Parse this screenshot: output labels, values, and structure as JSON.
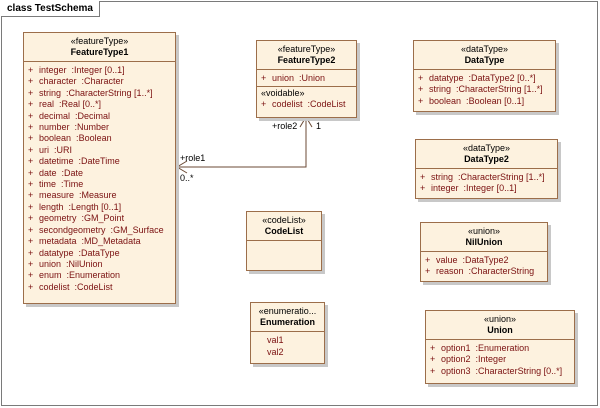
{
  "diagram_title": "class TestSchema",
  "visibility_symbol": "+",
  "classes": {
    "feature1": {
      "stereotype": "«featureType»",
      "name": "FeatureType1",
      "attributes": [
        {
          "name": "integer",
          "type": "Integer [0..1]"
        },
        {
          "name": "character",
          "type": "Character"
        },
        {
          "name": "string",
          "type": "CharacterString [1..*]"
        },
        {
          "name": "real",
          "type": "Real [0..*]"
        },
        {
          "name": "decimal",
          "type": "Decimal"
        },
        {
          "name": "number",
          "type": "Number"
        },
        {
          "name": "boolean",
          "type": "Boolean"
        },
        {
          "name": "uri",
          "type": "URI"
        },
        {
          "name": "datetime",
          "type": "DateTime"
        },
        {
          "name": "date",
          "type": "Date"
        },
        {
          "name": "time",
          "type": "Time"
        },
        {
          "name": "measure",
          "type": "Measure"
        },
        {
          "name": "length",
          "type": "Length [0..1]"
        },
        {
          "name": "geometry",
          "type": "GM_Point"
        },
        {
          "name": "secondgeometry",
          "type": "GM_Surface"
        },
        {
          "name": "metadata",
          "type": "MD_Metadata"
        },
        {
          "name": "datatype",
          "type": "DataType"
        },
        {
          "name": "union",
          "type": "NilUnion"
        },
        {
          "name": "enum",
          "type": "Enumeration"
        },
        {
          "name": "codelist",
          "type": "CodeList"
        }
      ]
    },
    "feature2": {
      "stereotype": "«featureType»",
      "name": "FeatureType2",
      "attributes": [
        {
          "name": "union",
          "type": "Union"
        }
      ],
      "sub_label": "«voidable»",
      "sub_attributes": [
        {
          "name": "codelist",
          "type": "CodeList"
        }
      ]
    },
    "datatype": {
      "stereotype": "«dataType»",
      "name": "DataType",
      "attributes": [
        {
          "name": "datatype",
          "type": "DataType2 [0..*]"
        },
        {
          "name": "string",
          "type": "CharacterString [1..*]"
        },
        {
          "name": "boolean",
          "type": "Boolean [0..1]"
        }
      ]
    },
    "datatype2": {
      "stereotype": "«dataType»",
      "name": "DataType2",
      "attributes": [
        {
          "name": "string",
          "type": "CharacterString [1..*]"
        },
        {
          "name": "integer",
          "type": "Integer [0..1]"
        }
      ]
    },
    "codelist": {
      "stereotype": "«codeList»",
      "name": "CodeList"
    },
    "nilunion": {
      "stereotype": "«union»",
      "name": "NilUnion",
      "attributes": [
        {
          "name": "value",
          "type": "DataType2"
        },
        {
          "name": "reason",
          "type": "CharacterString"
        }
      ]
    },
    "enumeration": {
      "stereotype": "«enumeratio...",
      "name": "Enumeration",
      "literals": [
        "val1",
        "val2"
      ]
    },
    "union": {
      "stereotype": "«union»",
      "name": "Union",
      "attributes": [
        {
          "name": "option1",
          "type": "Enumeration"
        },
        {
          "name": "option2",
          "type": "Integer"
        },
        {
          "name": "option3",
          "type": "CharacterString [0..*]"
        }
      ]
    }
  },
  "association": {
    "role1": "+role1",
    "mult1": "0..*",
    "role2": "+role2",
    "mult2": "1"
  }
}
